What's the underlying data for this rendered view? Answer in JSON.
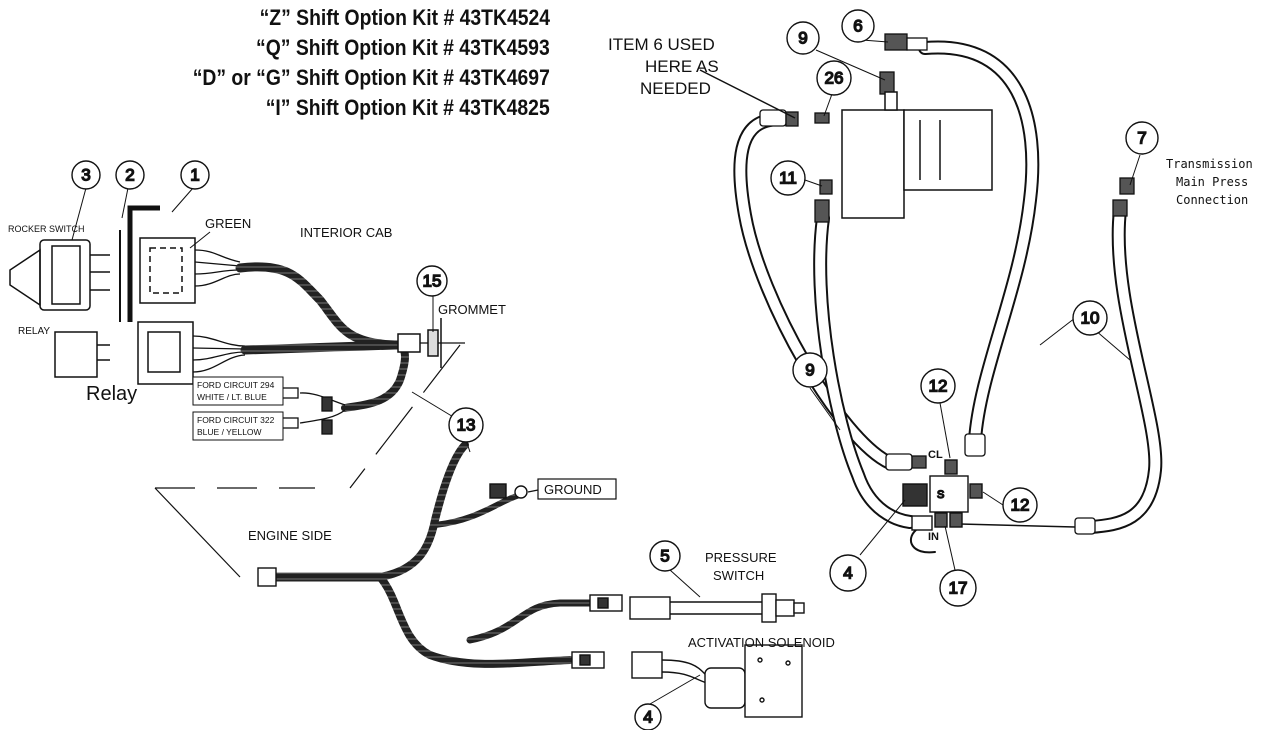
{
  "titles": [
    "“Z” Shift Option Kit # 43TK4524",
    "“Q” Shift Option Kit # 43TK4593",
    "“D” or “G” Shift Option Kit # 43TK4697",
    "“I” Shift Option Kit # 43TK4825"
  ],
  "left": {
    "rocker": "ROCKER SWITCH",
    "green": "GREEN",
    "interior_cab": "INTERIOR CAB",
    "grommet": "GROMMET",
    "relay_caps": "RELAY",
    "relay": "Relay",
    "ford294a": "FORD CIRCUIT 294",
    "ford294b": "WHITE / LT. BLUE",
    "ford322a": "FORD CIRCUIT 322",
    "ford322b": "BLUE / YELLOW",
    "ground": "GROUND",
    "engine_side": "ENGINE SIDE",
    "pressure1": "PRESSURE",
    "pressure2": "SWITCH",
    "activation": "ACTIVATION SOLENOID"
  },
  "right": {
    "item6_1": "ITEM 6 USED",
    "item6_2": "HERE AS",
    "item6_3": "NEEDED",
    "trans1": "Transmission",
    "trans2": "Main Press",
    "trans3": "Connection",
    "cl": "CL",
    "in": "IN",
    "valve_letter": "S"
  },
  "callouts": {
    "c1": "1",
    "c2": "2",
    "c3": "3",
    "c4": "4",
    "c5": "5",
    "c6": "6",
    "c7": "7",
    "c9": "9",
    "c10": "10",
    "c11": "11",
    "c12": "12",
    "c13": "13",
    "c15": "15",
    "c17": "17",
    "c26": "26"
  }
}
